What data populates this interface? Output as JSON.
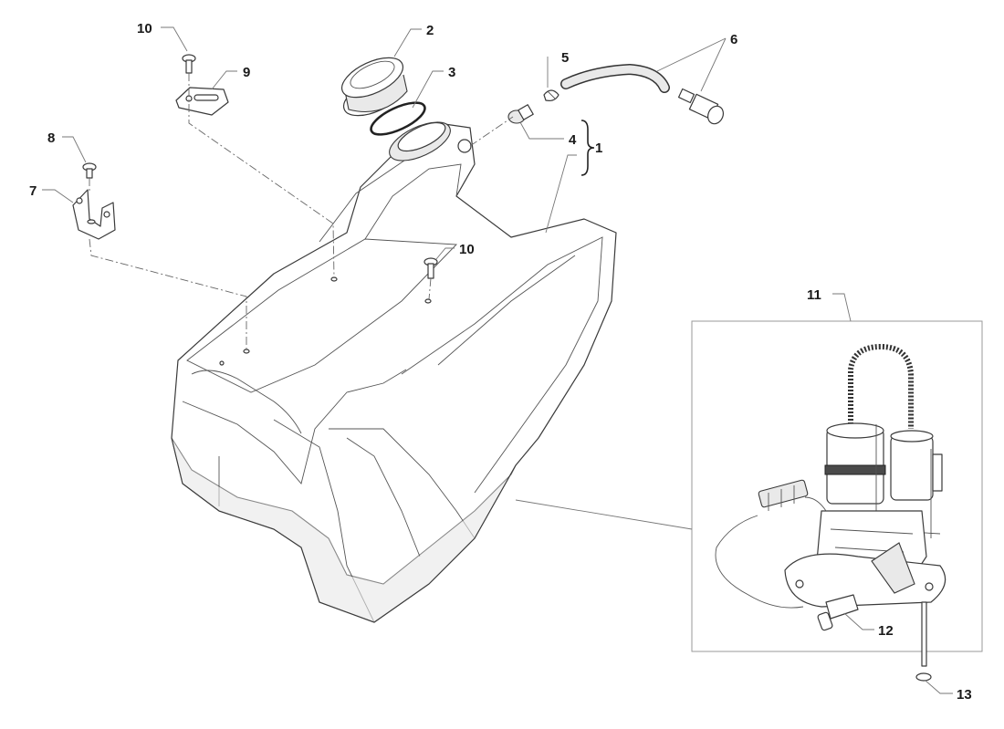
{
  "callouts": {
    "c1": "1",
    "c2": "2",
    "c3": "3",
    "c4": "4",
    "c5": "5",
    "c6": "6",
    "c7": "7",
    "c8": "8",
    "c9": "9",
    "c10a": "10",
    "c10b": "10",
    "c11": "11",
    "c12": "12",
    "c13": "13"
  }
}
